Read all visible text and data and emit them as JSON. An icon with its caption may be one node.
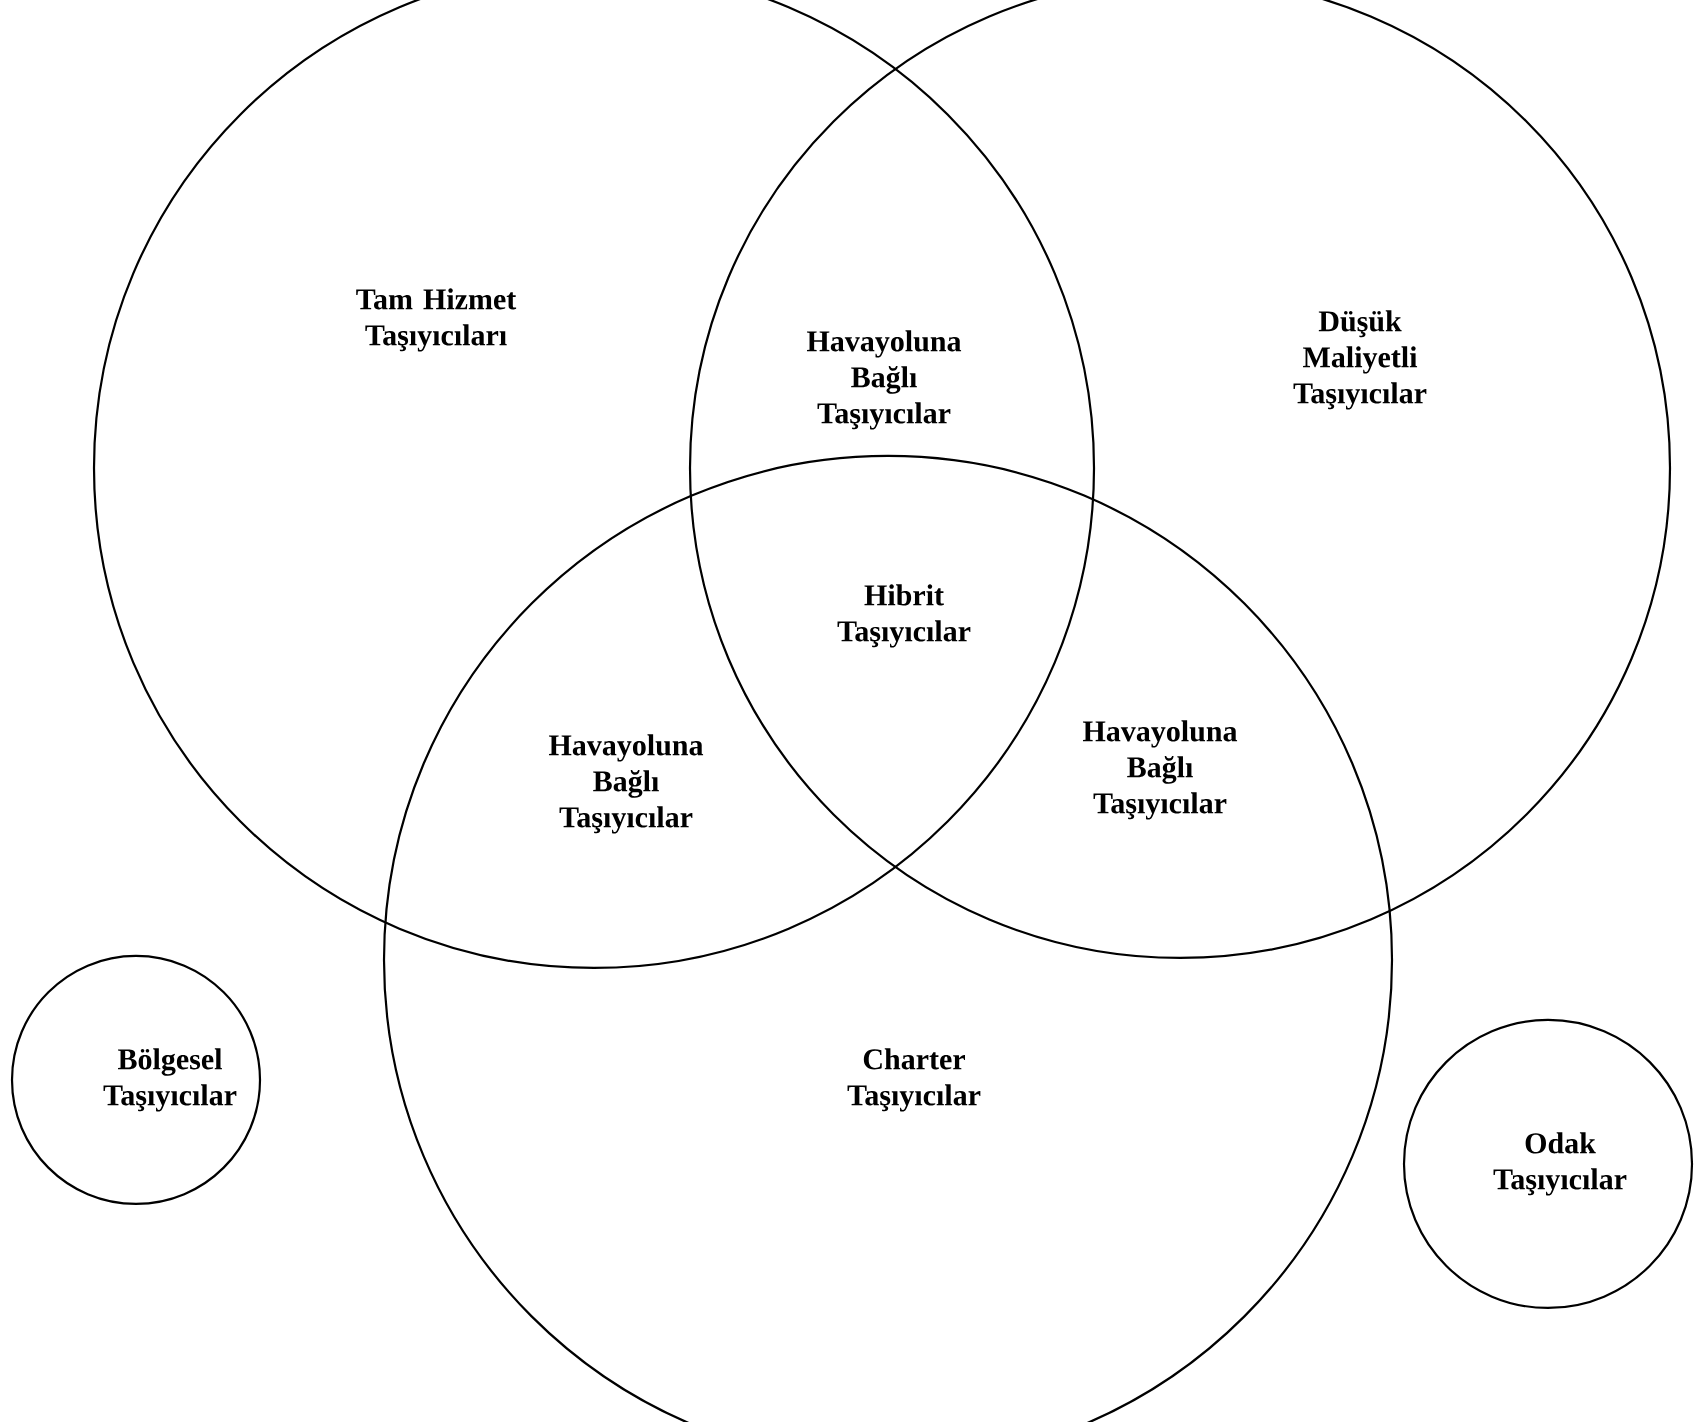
{
  "diagram": {
    "nodes": [
      {
        "text": [
          "Tam Hizmet Taşıyıcıları"
        ]
      },
      {
        "text": [
          "Düşük Maliyetli Taşıyıcılar"
        ]
      },
      {
        "text": [
          "Charter Taşıyıcılar"
        ]
      },
      {
        "text": [
          "Bölgesel Taşıyıcılar"
        ]
      },
      {
        "text": [
          "Odak Taşıyıcılar"
        ]
      }
    ],
    "labels": [
      "Havayoluna Bağlı Taşıyıcılar",
      "Hibrit Taşıyıcılar",
      "Havayoluna Bağlı Taşıyıcılar",
      "Havayoluna Bağlı Taşıyıcılar"
    ]
  }
}
